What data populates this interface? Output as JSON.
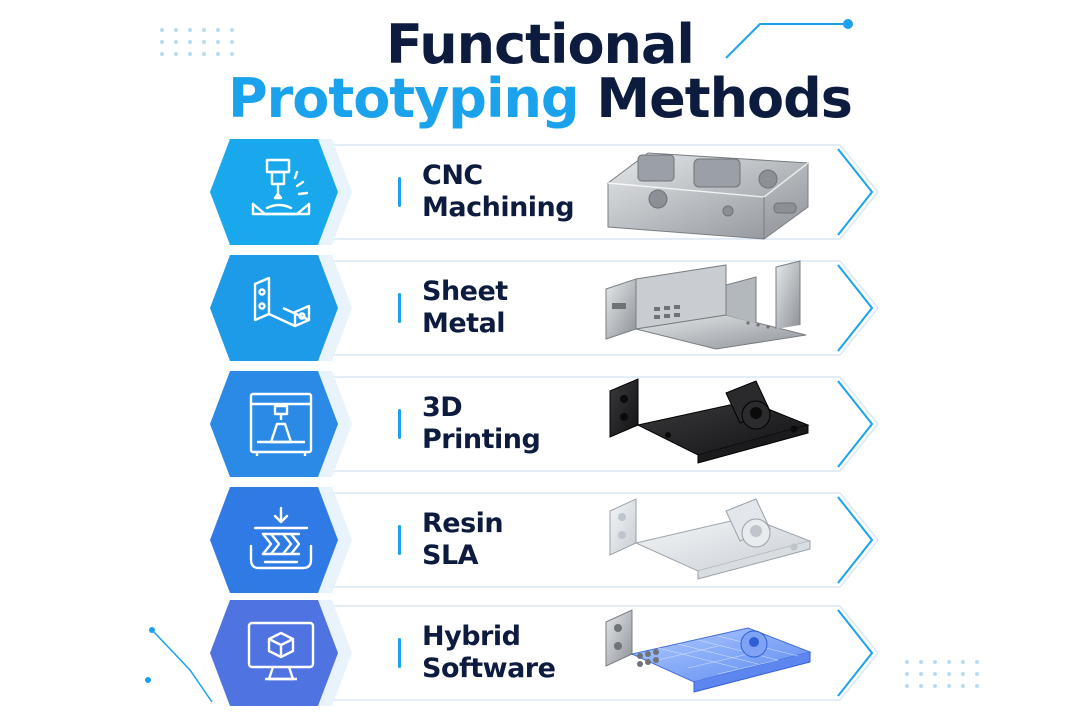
{
  "title": {
    "line1": "Functional",
    "line2_accent": "Prototyping",
    "line2_rest": "Methods"
  },
  "colors": {
    "navy": "#0d1b3e",
    "accent": "#1aa3ec",
    "row_gradient": [
      "#1aa8ec",
      "#1d9ae8",
      "#2a8ae6",
      "#2f7ae4",
      "#4f73e0"
    ]
  },
  "methods": [
    {
      "line1": "CNC",
      "line2": "Machining",
      "icon": "cnc-mill-icon",
      "part": "aluminum-block-part"
    },
    {
      "line1": "Sheet",
      "line2": "Metal",
      "icon": "bent-bracket-icon",
      "part": "sheet-metal-enclosure-part"
    },
    {
      "line1": "3D",
      "line2": "Printing",
      "icon": "3d-printer-icon",
      "part": "black-printed-bracket-part"
    },
    {
      "line1": "Resin",
      "line2": "SLA",
      "icon": "resin-vat-icon",
      "part": "clear-resin-bracket-part"
    },
    {
      "line1": "Hybrid",
      "line2": "Software",
      "icon": "monitor-cube-icon",
      "part": "hybrid-mesh-bracket-part"
    }
  ]
}
